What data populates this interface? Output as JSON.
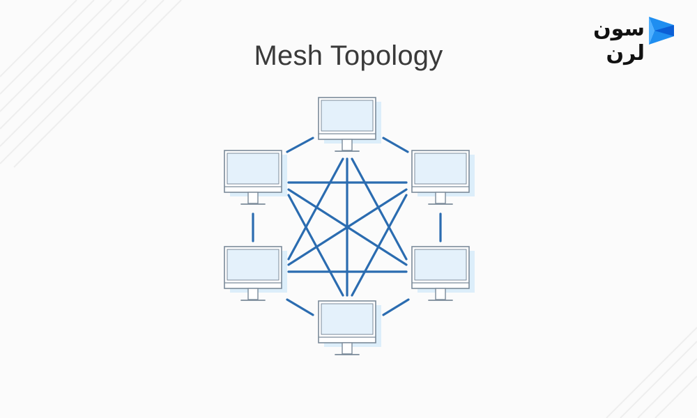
{
  "title": "Mesh Topology",
  "brand": {
    "name": "سون لرن",
    "text_color": "#111111",
    "mark_colors": [
      "#1f8ef0",
      "#0b5fd6"
    ]
  },
  "diagram": {
    "node_count": 6,
    "node_icon": "desktop-monitor-icon",
    "nodes": [
      "top",
      "upper-right",
      "lower-right",
      "bottom",
      "lower-left",
      "upper-left"
    ],
    "connections": [
      [
        "top",
        "upper-right"
      ],
      [
        "upper-right",
        "lower-right"
      ],
      [
        "lower-right",
        "bottom"
      ],
      [
        "bottom",
        "lower-left"
      ],
      [
        "lower-left",
        "upper-left"
      ],
      [
        "upper-left",
        "top"
      ],
      [
        "upper-left",
        "upper-right"
      ],
      [
        "lower-left",
        "lower-right"
      ],
      [
        "top",
        "lower-left"
      ],
      [
        "top",
        "lower-right"
      ],
      [
        "top",
        "bottom"
      ],
      [
        "bottom",
        "upper-left"
      ],
      [
        "bottom",
        "upper-right"
      ],
      [
        "upper-left",
        "lower-right"
      ],
      [
        "lower-left",
        "upper-right"
      ]
    ],
    "colors": {
      "link": "#2b6cb0",
      "monitor_outline": "#7b8a99",
      "monitor_screen": "#e4f1fb",
      "monitor_shadow": "#dceefa"
    }
  }
}
